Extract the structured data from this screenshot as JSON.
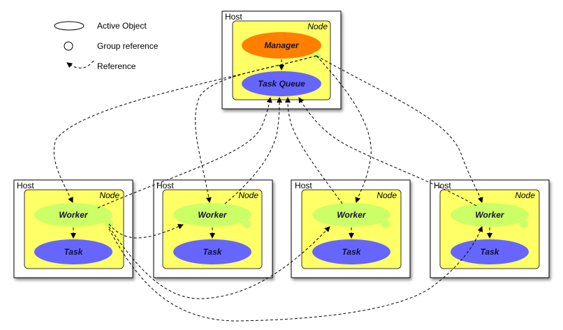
{
  "legend": {
    "active_object": "Active Object",
    "group_reference": "Group reference",
    "reference": "Reference"
  },
  "manager_host": {
    "host_label": "Host",
    "node_label": "Node",
    "manager_label": "Manager",
    "queue_label": "Task Queue"
  },
  "worker_hosts": [
    {
      "host_label": "Host",
      "node_label": "Node",
      "worker_label": "Worker",
      "task_label": "Task"
    },
    {
      "host_label": "Host",
      "node_label": "Node",
      "worker_label": "Worker",
      "task_label": "Task"
    },
    {
      "host_label": "Host",
      "node_label": "Node",
      "worker_label": "Worker",
      "task_label": "Task"
    },
    {
      "host_label": "Host",
      "node_label": "Node",
      "worker_label": "Worker",
      "task_label": "Task"
    }
  ],
  "colors": {
    "node_fill": "#ffff66",
    "manager_fill": "#ff8000",
    "queue_fill": "#6666ff",
    "worker_fill": "#ccff66",
    "task_fill": "#6666ff",
    "group_ref_fill": "#ccff66"
  }
}
